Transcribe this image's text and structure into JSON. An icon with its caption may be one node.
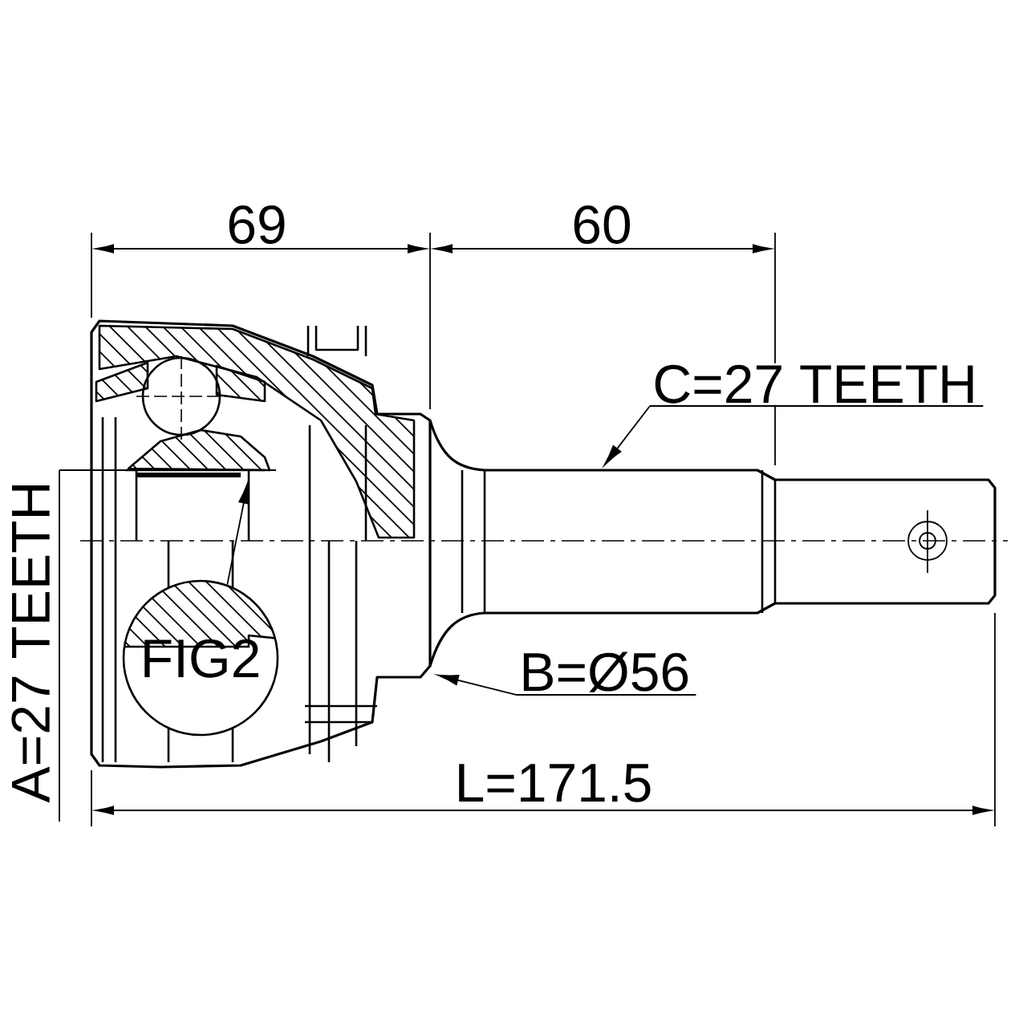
{
  "diagram": {
    "nodes": [
      {
        "text": [
          "C=27 TEETH"
        ]
      },
      {
        "text": [
          "B=Ø56"
        ]
      },
      {
        "text": [
          "FIG2"
        ]
      }
    ],
    "edges": [
      {
        "from": 0,
        "to": null,
        "arrow": "to"
      },
      {
        "from": 1,
        "to": null,
        "arrow": "to"
      },
      {
        "from": 2,
        "to": null,
        "arrow": "to"
      }
    ],
    "labels": [
      "69",
      "60",
      "A=27 TEETH",
      "L=171.5"
    ]
  }
}
